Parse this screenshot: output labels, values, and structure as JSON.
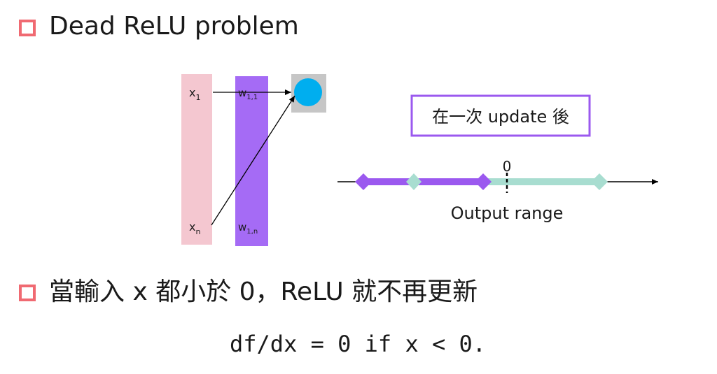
{
  "slide": {
    "title": "Dead ReLU problem",
    "point2": "當輸入 x 都小於 0，ReLU 就不再更新",
    "formula": "df/dx = 0 if x < 0."
  },
  "network": {
    "input_top": "x",
    "input_top_sub": "1",
    "input_bottom": "x",
    "input_bottom_sub": "n",
    "weight_top": "w",
    "weight_top_sub": "1,1",
    "weight_bottom": "w",
    "weight_bottom_sub": "1,n"
  },
  "range": {
    "update_label": "在一次 update 後",
    "zero_label": "0",
    "output_label": "Output range"
  },
  "colors": {
    "bullet": "#f06a72",
    "input_column": "#f4c7d0",
    "weight_column": "#a56bf5",
    "neuron": "#00aeef",
    "neuron_bg": "#c6c6c6",
    "purple_segment": "#9b59ef",
    "teal_segment": "#a8ddd0",
    "box_border": "#9b59ef"
  }
}
